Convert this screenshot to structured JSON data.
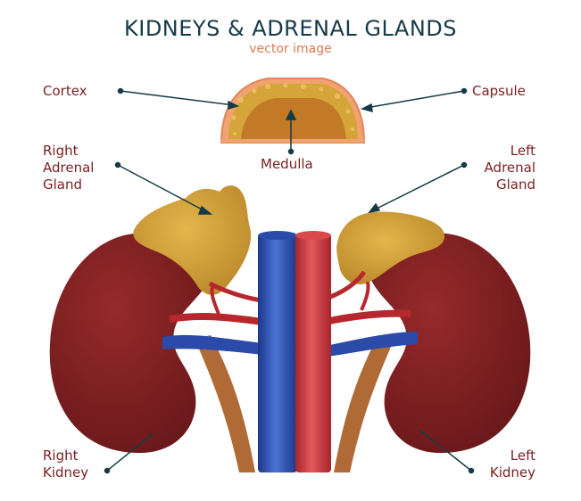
{
  "title": "KIDNEYS & ADRENAL GLANDS",
  "subtitle": "vector image",
  "labels": {
    "cortex": "Cortex",
    "capsule": "Capsule",
    "medulla": "Medulla",
    "right_adrenal": [
      "Right",
      "Adrenal",
      "Gland"
    ],
    "left_adrenal": [
      "Left",
      "Adrenal",
      "Gland"
    ],
    "right_kidney": [
      "Right",
      "Kidney"
    ],
    "left_kidney": [
      "Left",
      "Kidney"
    ]
  },
  "colors": {
    "title": "#163a47",
    "subtitle": "#e07a4e",
    "label": "#7a1f1f",
    "kidney": "#7e1f21",
    "adrenal": "#d6a53a",
    "vein": "#2c4aa8",
    "artery": "#c9363a",
    "ureter": "#b06a36"
  }
}
